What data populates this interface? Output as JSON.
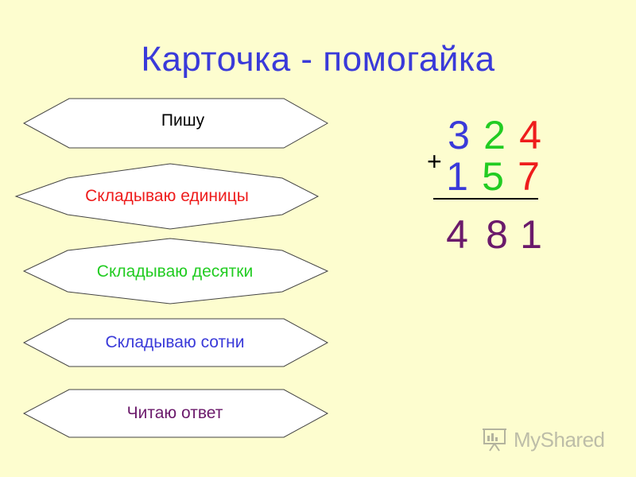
{
  "title": "Карточка - помогайка",
  "steps": [
    {
      "label": "Пишу",
      "color": "#000000"
    },
    {
      "label": "Складываю единицы",
      "color": "#ee1c1c"
    },
    {
      "label": "Складываю десятки",
      "color": "#22cc22"
    },
    {
      "label": "Складываю сотни",
      "color": "#3a3ad9"
    },
    {
      "label": "Читаю ответ",
      "color": "#6b1a6b"
    }
  ],
  "addition": {
    "operator": "+",
    "row1": [
      {
        "digit": "3",
        "color": "#3a3ad9"
      },
      {
        "digit": "2",
        "color": "#22cc22"
      },
      {
        "digit": "4",
        "color": "#ee1c1c"
      }
    ],
    "row2": [
      {
        "digit": "1",
        "color": "#3a3ad9"
      },
      {
        "digit": "5",
        "color": "#22cc22"
      },
      {
        "digit": "7",
        "color": "#ee1c1c"
      }
    ],
    "result": [
      {
        "digit": "4",
        "color": "#6b1a6b"
      },
      {
        "digit": "8",
        "color": "#6b1a6b"
      },
      {
        "digit": "1",
        "color": "#6b1a6b"
      }
    ]
  },
  "watermark": {
    "text": "MyShared",
    "icon": "presentation-board-icon"
  }
}
